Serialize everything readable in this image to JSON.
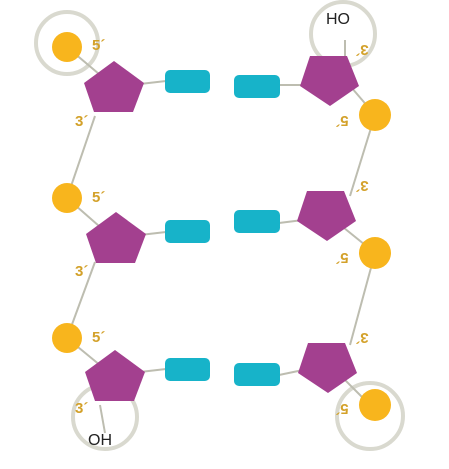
{
  "labels": {
    "five_prime": "5´",
    "three_prime": "3´",
    "hydroxyl": "HO",
    "hydroxyl_bottom": "OH"
  },
  "colors": {
    "sugar": "#a3408f",
    "phosphate": "#f8b51d",
    "base": "#17b3c9",
    "backbone": "#bdbdb0",
    "label": "#d3a12a",
    "end_circle": "#d9d9cf"
  }
}
